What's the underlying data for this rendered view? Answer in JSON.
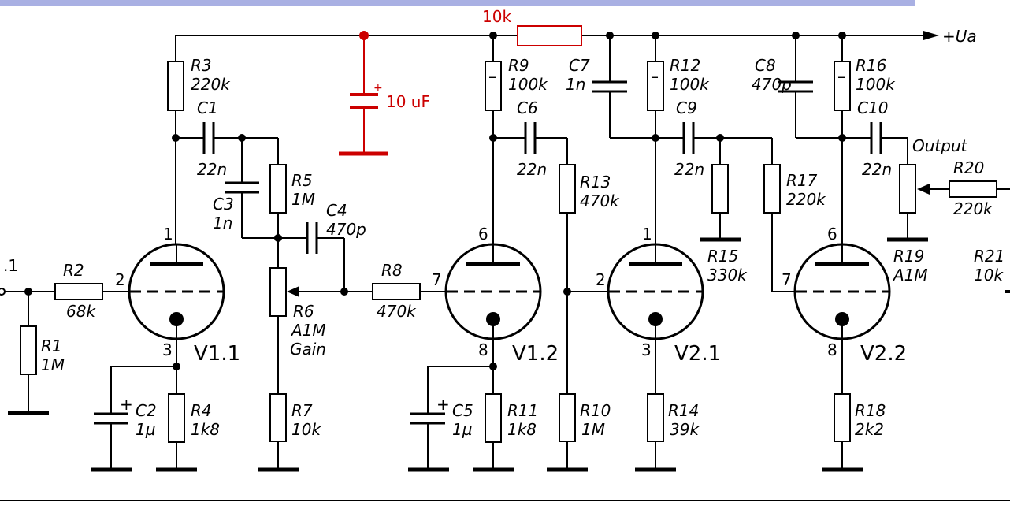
{
  "schematic": {
    "supply": {
      "label": "+Ua",
      "color": "#000000"
    },
    "mod_resistor": {
      "value": "10k",
      "color": "#cc0000"
    },
    "mod_capacitor": {
      "value": "10 uF",
      "color": "#cc0000"
    },
    "input_label": ".1",
    "tubes": {
      "v11": {
        "name": "V1.1",
        "pins": [
          "1",
          "2",
          "3"
        ]
      },
      "v12": {
        "name": "V1.2",
        "pins": [
          "6",
          "7",
          "8"
        ]
      },
      "v21": {
        "name": "V2.1",
        "pins": [
          "1",
          "2",
          "3"
        ]
      },
      "v22": {
        "name": "V2.2",
        "pins": [
          "6",
          "7",
          "8"
        ]
      }
    },
    "components": {
      "r1": {
        "name": "R1",
        "value": "1M"
      },
      "r2": {
        "name": "R2",
        "value": "68k"
      },
      "r3": {
        "name": "R3",
        "value": "220k"
      },
      "r4": {
        "name": "R4",
        "value": "1k8"
      },
      "r5": {
        "name": "R5",
        "value": "1M"
      },
      "r6": {
        "name": "R6",
        "value": "A1M",
        "extra": "Gain"
      },
      "r7": {
        "name": "R7",
        "value": "10k"
      },
      "r8": {
        "name": "R8",
        "value": "470k"
      },
      "r9": {
        "name": "R9",
        "value": "100k"
      },
      "r10": {
        "name": "R10",
        "value": "1M"
      },
      "r11": {
        "name": "R11",
        "value": "1k8"
      },
      "r12": {
        "name": "R12",
        "value": "100k"
      },
      "r13": {
        "name": "R13",
        "value": "470k"
      },
      "r14": {
        "name": "R14",
        "value": "39k"
      },
      "r15": {
        "name": "R15",
        "value": "330k"
      },
      "r16": {
        "name": "R16",
        "value": "100k"
      },
      "r17": {
        "name": "R17",
        "value": "220k"
      },
      "r18": {
        "name": "R18",
        "value": "2k2"
      },
      "r19": {
        "name": "R19",
        "value": "A1M",
        "extra": "Output"
      },
      "r20": {
        "name": "R20",
        "value": "220k"
      },
      "r21": {
        "name": "R21",
        "value": "10k"
      },
      "c1": {
        "name": "C1",
        "value": "22n"
      },
      "c2": {
        "name": "C2",
        "value": "1µ"
      },
      "c3": {
        "name": "C3",
        "value": "1n"
      },
      "c4": {
        "name": "C4",
        "value": "470p"
      },
      "c5": {
        "name": "C5",
        "value": "1µ"
      },
      "c6": {
        "name": "C6",
        "value": "22n"
      },
      "c7": {
        "name": "C7",
        "value": "1n"
      },
      "c8": {
        "name": "C8",
        "value": "470p"
      },
      "c9": {
        "name": "C9",
        "value": "22n"
      },
      "c10": {
        "name": "C10",
        "value": "22n"
      }
    },
    "polarity_mark": "+",
    "resistor_mark": "–"
  }
}
